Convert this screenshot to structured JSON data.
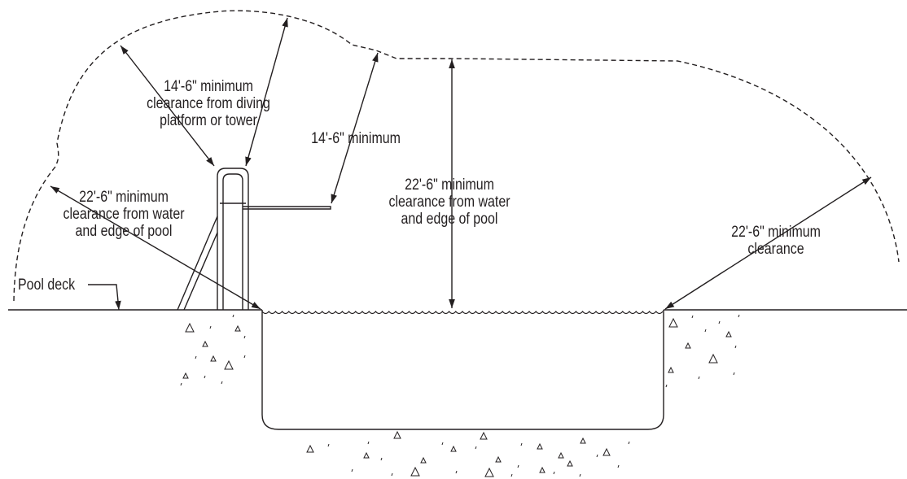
{
  "labels": {
    "platform_clearance": [
      "14'-6\" minimum",
      "clearance from diving",
      "platform or tower"
    ],
    "board_clearance": [
      "14'-6\" minimum"
    ],
    "vertical_clearance": [
      "22'-6\" minimum",
      "clearance from water",
      "and edge of pool"
    ],
    "left_clearance": [
      "22'-6\" minimum",
      "clearance from water",
      "and edge of pool"
    ],
    "right_clearance": [
      "22'-6\" minimum",
      "clearance"
    ],
    "pool_deck": "Pool deck"
  },
  "colors": {
    "line": "#231f20",
    "background": "#ffffff"
  }
}
